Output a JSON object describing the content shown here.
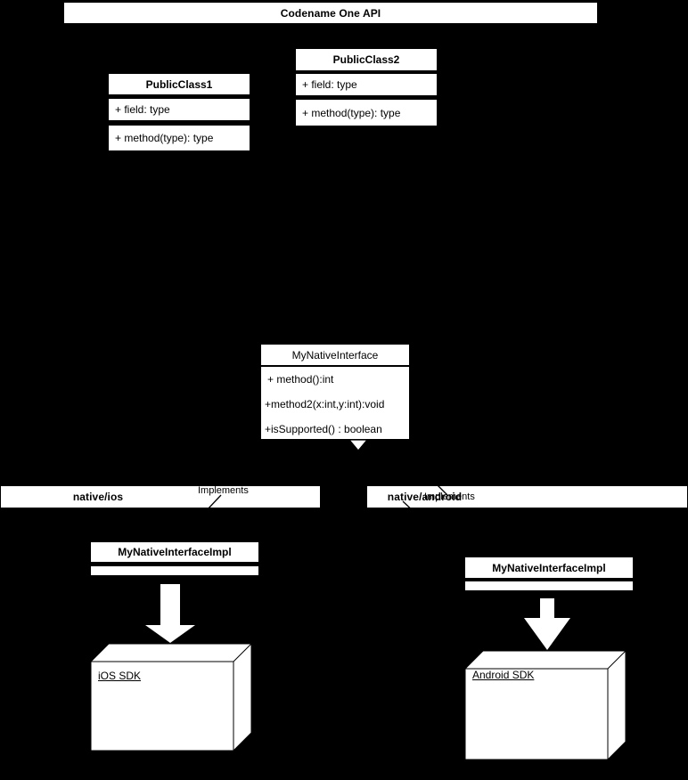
{
  "diagram": {
    "title": "Codename One API",
    "background_color": "#000000",
    "shape_fill": "#ffffff",
    "stroke_color": "#000000"
  },
  "api_banner": {
    "label": "Codename One API"
  },
  "classes": [
    {
      "name": "PublicClass1",
      "field": "+ field: type",
      "method": "+ method(type): type"
    },
    {
      "name": "PublicClass2",
      "field": "+ field: type",
      "method": "+ method(type): type"
    }
  ],
  "interface": {
    "name": "MyNativeInterface",
    "methods": [
      "+ method():int",
      "+method2(x:int,y:int):void",
      "+isSupported() : boolean"
    ]
  },
  "platforms": [
    {
      "banner_label": "native/ios",
      "edge_label": "Implements",
      "impl_class": "MyNativeInterfaceImpl",
      "sdk_label": "iOS SDK"
    },
    {
      "banner_label": "native/android",
      "edge_label": "Implements",
      "impl_class": "MyNativeInterfaceImpl",
      "sdk_label": "Android SDK"
    }
  ]
}
